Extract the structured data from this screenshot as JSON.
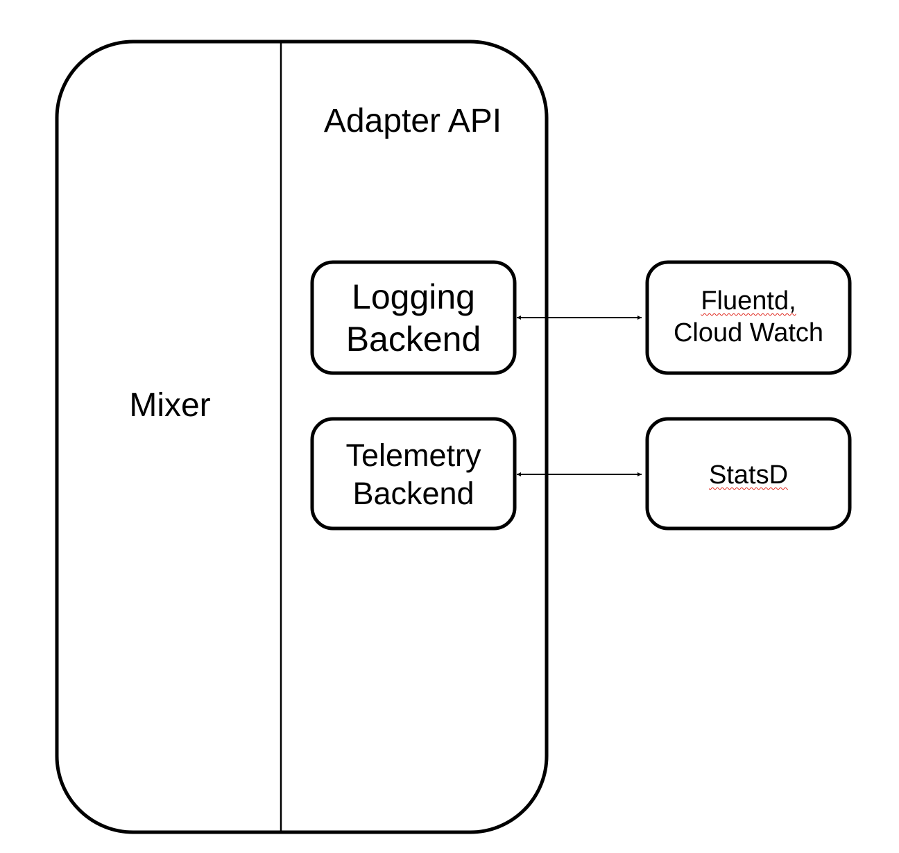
{
  "diagram": {
    "mixer_label": "Mixer",
    "adapter_title": "Adapter API",
    "backends": [
      {
        "line1": "Logging",
        "line2": "Backend"
      },
      {
        "line1": "Telemetry",
        "line2": "Backend"
      }
    ],
    "external": [
      {
        "line1": "Fluentd,",
        "line2": "Cloud Watch"
      },
      {
        "line1": "StatsD"
      }
    ],
    "misspelling_marker_color": "#e0261b"
  }
}
